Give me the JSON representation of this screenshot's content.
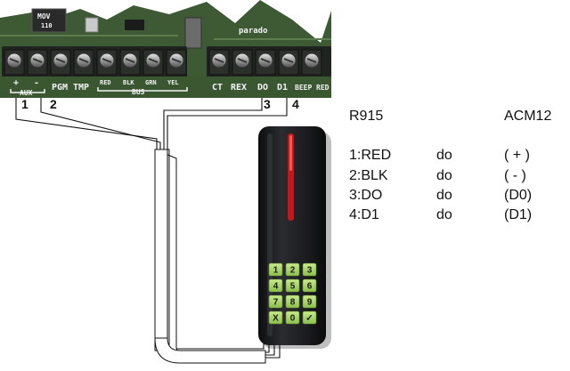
{
  "board": {
    "chip_label": "MOV",
    "chip_sub": "110",
    "brand_label": "parado",
    "terminal_labels": [
      "+",
      "AUX",
      "-",
      "PGM",
      "TMP",
      "RED",
      "BLK",
      "BUS",
      "GRN",
      "YEL",
      "CT",
      "REX",
      "DO",
      "D1",
      "BEEP",
      "RED"
    ]
  },
  "wire_numbers": [
    "1",
    "2",
    "3",
    "4"
  ],
  "keypad": {
    "keys": [
      "1",
      "2",
      "3",
      "4",
      "5",
      "6",
      "7",
      "8",
      "9",
      "X",
      "0",
      "✓"
    ]
  },
  "table": {
    "header_left": "R915",
    "header_right": "ACM12",
    "rows": [
      {
        "left": "1:RED",
        "mid": "do",
        "right": "( + )"
      },
      {
        "left": "2:BLK",
        "mid": "do",
        "right": "( - )"
      },
      {
        "left": "3:DO",
        "mid": "do",
        "right": "(D0)"
      },
      {
        "left": "4:D1",
        "mid": "do",
        "right": "(D1)"
      }
    ]
  },
  "colors": {
    "pcb": "#3d5a34",
    "terminal_block": "#1f2420",
    "reader_body": "#1a1b1d",
    "led": "#c4161c",
    "key_green": "#a9d46a"
  }
}
